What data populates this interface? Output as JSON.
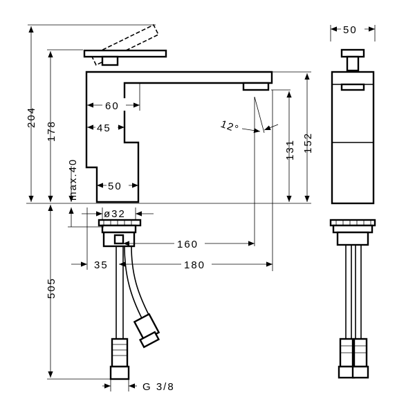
{
  "dimensions": {
    "total_height": "204",
    "height_178": "178",
    "max40": "max.40",
    "height_131": "131",
    "height_152": "152",
    "body_60": "60",
    "body_45": "45",
    "body_50": "50",
    "side_width_50": "50",
    "angle": "12°",
    "diameter": "ø32",
    "reach_160": "160",
    "offset_35": "35",
    "reach_180": "180",
    "hose_505": "505",
    "thread": "G 3/8"
  }
}
